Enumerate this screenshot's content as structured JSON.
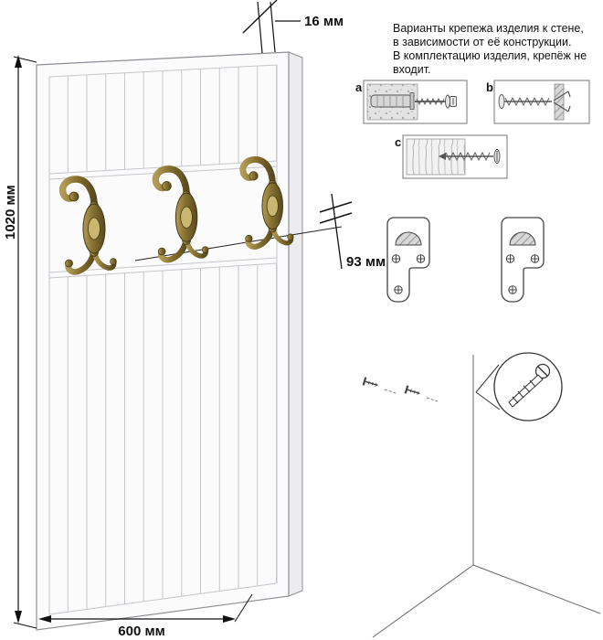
{
  "dimensions": {
    "thickness_label": "16 мм",
    "height_label": "1020 мм",
    "width_label": "600 мм",
    "hook_offset_label": "93 мм"
  },
  "note": {
    "lines": [
      "Варианты крепежа изделия к стене,",
      "в зависимости от её конструкции.",
      "В комплектацию изделия, крепёж не",
      "входит."
    ]
  },
  "fastener_variants": {
    "a_label": "a",
    "b_label": "b",
    "c_label": "c"
  },
  "colors": {
    "brass": "#8d7a3c",
    "outline": "#333333",
    "panel_edge": "#8e8e96",
    "groove": "#c6c6cc"
  }
}
